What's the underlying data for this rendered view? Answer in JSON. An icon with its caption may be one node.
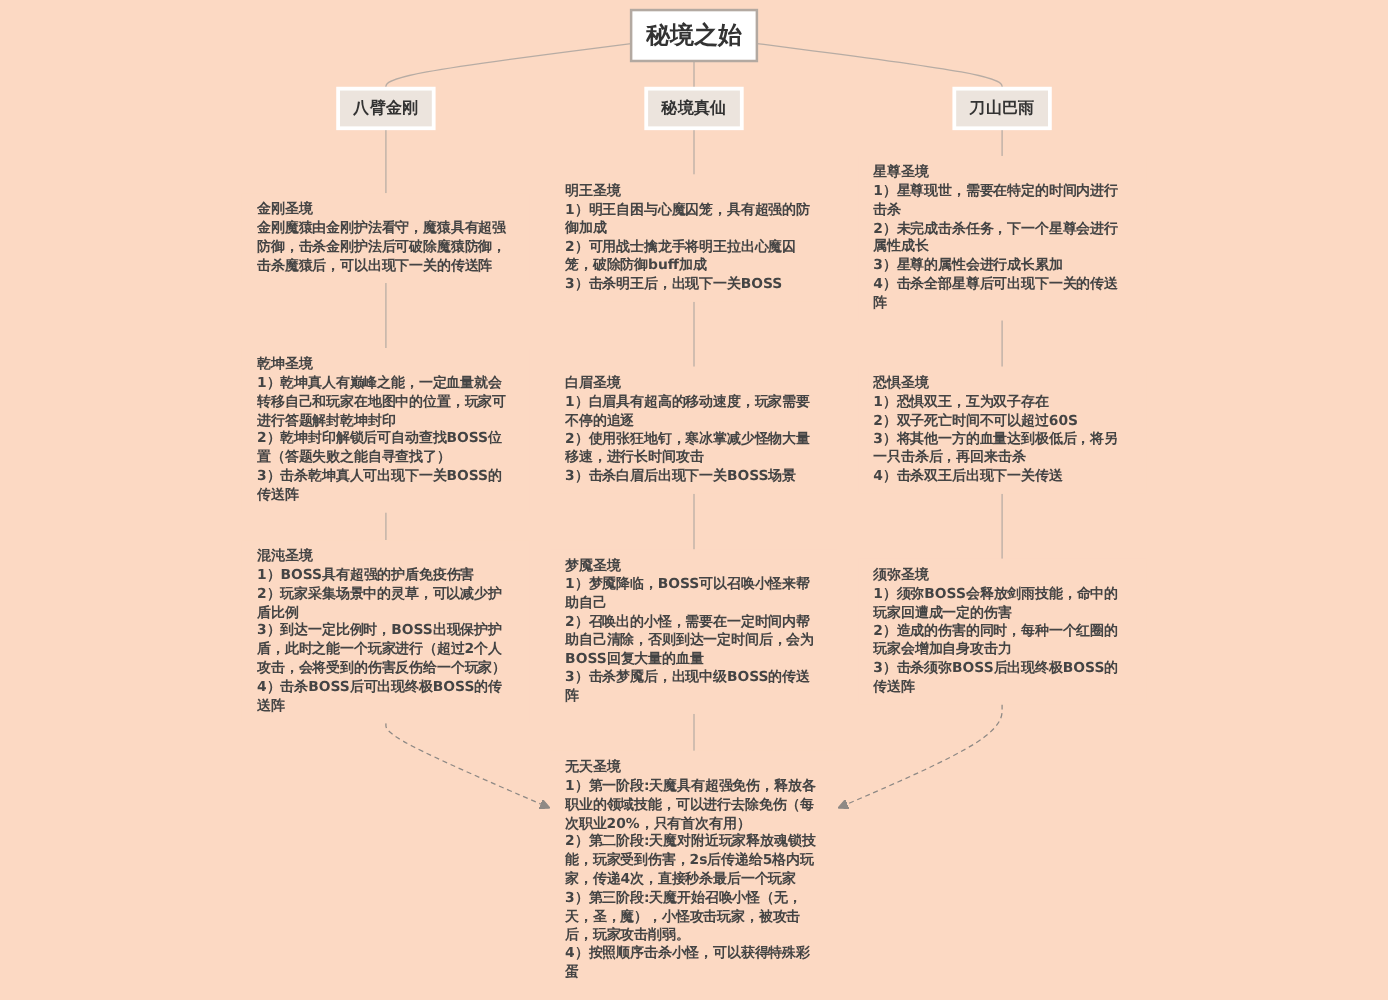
{
  "diagram": {
    "nodes": [
      {
        "text": [
          "秘境之始"
        ]
      },
      {
        "text": [
          "八臂金刚"
        ]
      },
      {
        "text": [
          "秘境真仙"
        ]
      },
      {
        "text": [
          "刀山巴雨"
        ]
      },
      {
        "text": [
          "金刚圣境",
          "金刚魔猿由金刚护法看守，魔猿具有超强防御，击杀金刚护法后可破除魔猿防御，击杀魔猿后，可以出现下一关的传送阵"
        ]
      },
      {
        "text": [
          "乾坤圣境",
          "1）乾坤真人有巅峰之能，一定血量就会转移自己和玩家在地图中的位置，玩家可进行答题解封乾坤封印",
          "2）乾坤封印解锁后可自动查找BOSS位置（答题失败之能自寻查找了）",
          "3）击杀乾坤真人可出现下一关BOSS的传送阵"
        ]
      },
      {
        "text": [
          "混沌圣境",
          "1）BOSS具有超强的护盾免疫伤害",
          "2）玩家采集场景中的灵草，可以减少护盾比例",
          "3）到达一定比例时，BOSS出现保护护盾，此时之能一个玩家进行（超过2个人攻击，会将受到的伤害反伤给一个玩家）",
          "4）击杀BOSS后可出现终极BOSS的传送阵"
        ]
      },
      {
        "text": [
          "明王圣境",
          "1）明王自困与心魔囚笼，具有超强的防御加成",
          "2）可用战士擒龙手将明王拉出心魔囚笼，破除防御buff加成",
          "3）击杀明王后，出现下一关BOSS"
        ]
      },
      {
        "text": [
          "白眉圣境",
          "1）白眉具有超高的移动速度，玩家需要不停的追逐",
          "2）使用张狂地钉，寒冰掌减少怪物大量移速，进行长时间攻击",
          "3）击杀白眉后出现下一关BOSS场景"
        ]
      },
      {
        "text": [
          "梦魇圣境",
          "1）梦魇降临，BOSS可以召唤小怪来帮助自己",
          "2）召唤出的小怪，需要在一定时间内帮助自己清除，否则到达一定时间后，会为BOSS回复大量的血量",
          "3）击杀梦魇后，出现中级BOSS的传送阵"
        ]
      },
      {
        "text": [
          "星尊圣境",
          "1）星尊现世，需要在特定的时间内进行击杀",
          "2）未完成击杀任务，下一个星尊会进行属性成长",
          "3）星尊的属性会进行成长累加",
          "4）击杀全部星尊后可出现下一关的传送阵"
        ]
      },
      {
        "text": [
          "恐惧圣境",
          "1）恐惧双王，互为双子存在",
          "2）双子死亡时间不可以超过60S",
          "3）将其他一方的血量达到极低后，将另一只击杀后，再回来击杀",
          "4）击杀双王后出现下一关传送"
        ]
      },
      {
        "text": [
          "须弥圣境",
          "1）须弥BOSS会释放剑雨技能，命中的玩家回遭成一定的伤害",
          "2）造成的伤害的同时，每种一个红圈的玩家会增加自身攻击力",
          "3）击杀须弥BOSS后出现终极BOSS的传送阵"
        ]
      },
      {
        "text": [
          "无天圣境",
          "1）第一阶段:天魔具有超强免伤，释放各职业的领域技能，可以进行去除免伤（每次职业20%，只有首次有用）",
          "2）第二阶段:天魔对附近玩家释放魂锁技能，玩家受到伤害，2s后传递给5格内玩家，传递4次，直接秒杀最后一个玩家",
          "3）第三阶段:天魔开始召唤小怪（无，天，圣，魔），小怪攻击玩家，被攻击后，玩家攻击削弱。",
          "4）按照顺序击杀小怪，可以获得特殊彩蛋"
        ]
      }
    ],
    "edges": [
      {
        "from": 0,
        "to": 1,
        "arrow": "none"
      },
      {
        "from": 0,
        "to": 2,
        "arrow": "none"
      },
      {
        "from": 0,
        "to": 3,
        "arrow": "none"
      },
      {
        "from": 1,
        "to": 4,
        "arrow": "none"
      },
      {
        "from": 4,
        "to": 5,
        "arrow": "none"
      },
      {
        "from": 5,
        "to": 6,
        "arrow": "none"
      },
      {
        "from": 2,
        "to": 7,
        "arrow": "none"
      },
      {
        "from": 7,
        "to": 8,
        "arrow": "none"
      },
      {
        "from": 8,
        "to": 9,
        "arrow": "none"
      },
      {
        "from": 3,
        "to": 10,
        "arrow": "none"
      },
      {
        "from": 10,
        "to": 11,
        "arrow": "none"
      },
      {
        "from": 11,
        "to": 12,
        "arrow": "none"
      },
      {
        "from": 6,
        "to": 13,
        "arrow": "to",
        "style": "dashed",
        "color": "#8e8985"
      },
      {
        "from": 9,
        "to": 13,
        "arrow": "none"
      },
      {
        "from": 12,
        "to": 13,
        "arrow": "to",
        "style": "dashed",
        "color": "#8e8985"
      }
    ]
  }
}
